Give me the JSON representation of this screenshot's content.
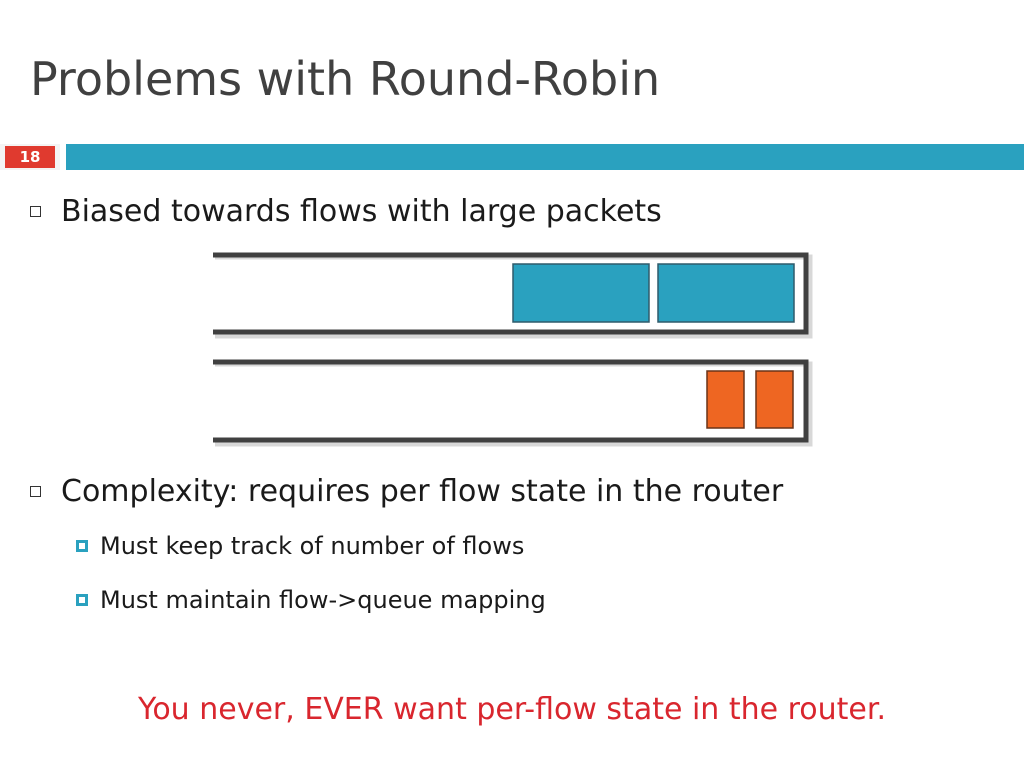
{
  "slide": {
    "title": "Problems with Round-Robin",
    "number": "18",
    "colors": {
      "accent": "#2aa1bf",
      "badge": "#e03a2f",
      "large_packet": "#2aa1bf",
      "small_packet": "#ee6622",
      "note": "#d9262e"
    }
  },
  "bullets": [
    {
      "text": "Biased towards flows with large packets",
      "level": 1
    },
    {
      "text": "Complexity: requires per flow state in the router",
      "level": 1
    },
    {
      "text": "Must keep track of number of flows",
      "level": 2
    },
    {
      "text": "Must maintain flow->queue mapping",
      "level": 2
    }
  ],
  "diagram": {
    "queues": [
      {
        "packets": 2,
        "packet_type": "large"
      },
      {
        "packets": 2,
        "packet_type": "small"
      }
    ]
  },
  "note": "You never, EVER want per-flow state in the router."
}
